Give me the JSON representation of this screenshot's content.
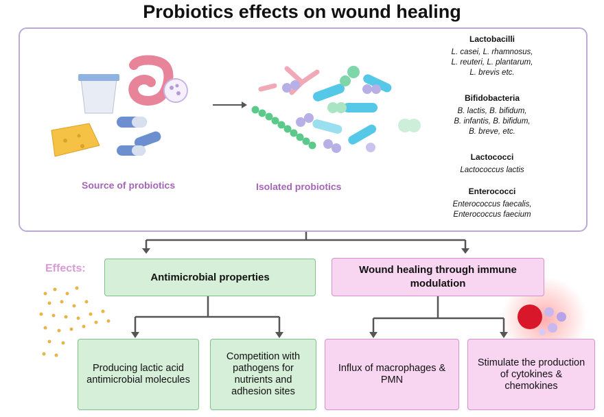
{
  "title": "Probiotics effects on wound healing",
  "source_label": "Source of probiotics",
  "isolated_label": "Isolated probiotics",
  "groups": [
    {
      "name": "Lactobacilli",
      "lines": [
        "L. casei, L. rhamnosus,",
        "L. reuteri, L. plantarum,",
        "L. brevis etc."
      ]
    },
    {
      "name": "Bifidobacteria",
      "lines": [
        "B. lactis, B. bifidum,",
        "B. infantis, B. bifidum,",
        "B. breve, etc."
      ]
    },
    {
      "name": "Lactococci",
      "lines": [
        "Lactococcus lactis"
      ]
    },
    {
      "name": "Enterococci",
      "lines": [
        "Enterococcus faecalis,",
        "Enterococcus faecium"
      ]
    }
  ],
  "effects_label": "Effects:",
  "antimicrobial": {
    "title": "Antimicrobial properties",
    "children": [
      "Producing lactic acid antimicrobial molecules",
      "Competition with pathogens for nutrients and adhesion sites"
    ]
  },
  "immune": {
    "title": "Wound healing through immune modulation",
    "children": [
      "Influx of macrophages & PMN",
      "Stimulate the production of cytokines & chemokines"
    ]
  },
  "colors": {
    "panel_border": "#b9aad6",
    "caption": "#a465b8",
    "green_box": "#d6efd8",
    "pink_box": "#f8d6f2",
    "arrow": "#555555"
  }
}
